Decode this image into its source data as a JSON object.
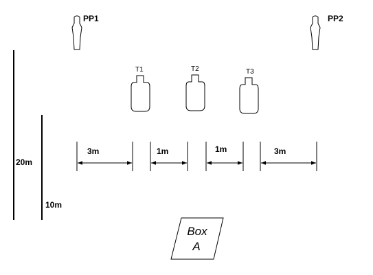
{
  "popper_1": "PP1",
  "popper_2": "PP2",
  "targets": [
    "T1",
    "T2",
    "T3"
  ],
  "dimensions": {
    "long_distance": "20m",
    "short_distance": "10m",
    "gap_left": "3m",
    "gap_t1_t2": "1m",
    "gap_t2_t3": "1m",
    "gap_right": "3m"
  },
  "box": {
    "line1": "Box",
    "line2": "A"
  }
}
